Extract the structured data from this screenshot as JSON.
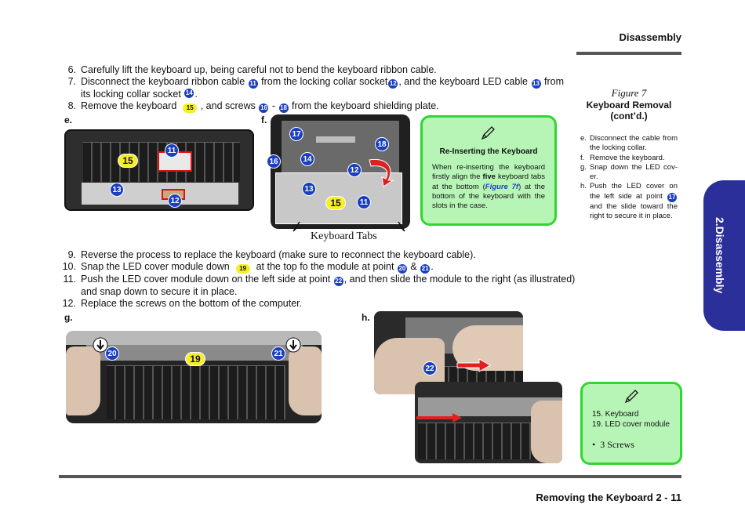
{
  "header": {
    "section_title": "Disassembly"
  },
  "side_tab": {
    "label": "2.Disassembly"
  },
  "steps_top": [
    {
      "num": "6.",
      "text": "Carefully lift the keyboard up, being careful not to bend the keyboard ribbon cable."
    },
    {
      "num": "7.",
      "a": "Disconnect the keyboard ribbon cable",
      "b": "from the locking collar socket",
      "c": ", and the keyboard LED cable",
      "d": "from",
      "e": "its locking collar socket",
      "f": "."
    },
    {
      "num": "8.",
      "a": "Remove the keyboard",
      "b": ", and screws",
      "c": "-",
      "d": "from the keyboard shielding plate."
    }
  ],
  "steps_bottom": [
    {
      "num": "9.",
      "text": "Reverse the process to replace the keyboard  (make sure to reconnect the keyboard cable)."
    },
    {
      "num": "10.",
      "a": "Snap the LED cover module down",
      "b": "at the top fo the module at point",
      "c": "&",
      "d": "."
    },
    {
      "num": "11.",
      "a": "Push the LED cover module down on the left side at point",
      "b": ", and then slide the module to the right (as illustrated)",
      "c": "and snap down to secure it in place."
    },
    {
      "num": "12.",
      "text": "Replace the screws on the bottom of the computer."
    }
  ],
  "badges": {
    "n11": "11",
    "n12": "12",
    "n13": "13",
    "n14": "14",
    "n15": "15",
    "n16": "16",
    "n17": "17",
    "n18": "18",
    "n19": "19",
    "n20": "20",
    "n21": "21",
    "n22": "22"
  },
  "panels": {
    "e": "e.",
    "f": "f.",
    "g": "g.",
    "h": "h.",
    "keyboard_tabs": "Keyboard Tabs"
  },
  "note_reinsert": {
    "title": "Re-Inserting the Keyboard",
    "p1": "When re-inserting the keyboard firstly align the",
    "bold": "five",
    "p2": "keyboard tabs at the bottom (",
    "fig_ref": "Figure 7f",
    "p3": ") at the bottom of the keyboard with the slots in the case."
  },
  "figure": {
    "number": "Figure 7",
    "title": "Keyboard Removal",
    "subtitle": "(cont’d.)",
    "steps": [
      {
        "k": "e.",
        "v": "Disconnect the cable from the locking collar."
      },
      {
        "k": "f.",
        "v": "Remove the keyboard."
      },
      {
        "k": "g.",
        "v": "Snap down the LED cov-er."
      },
      {
        "k": "h.",
        "v": "Push the LED cover on the left side at point",
        "v2": "and the slide toward the right to secure it in place."
      }
    ]
  },
  "note_parts": {
    "item1": "15. Keyboard",
    "item2": "19. LED cover module",
    "bullet": "•",
    "screws": "3 Screws"
  },
  "footer": {
    "text": "Removing the Keyboard  2  -  11"
  },
  "colors": {
    "badge_blue": "#1b3fbf",
    "badge_yellow": "#f5ee2a",
    "note_fill": "#b7f5b7",
    "note_border": "#2fd72f",
    "tab_blue": "#2b2f99"
  }
}
